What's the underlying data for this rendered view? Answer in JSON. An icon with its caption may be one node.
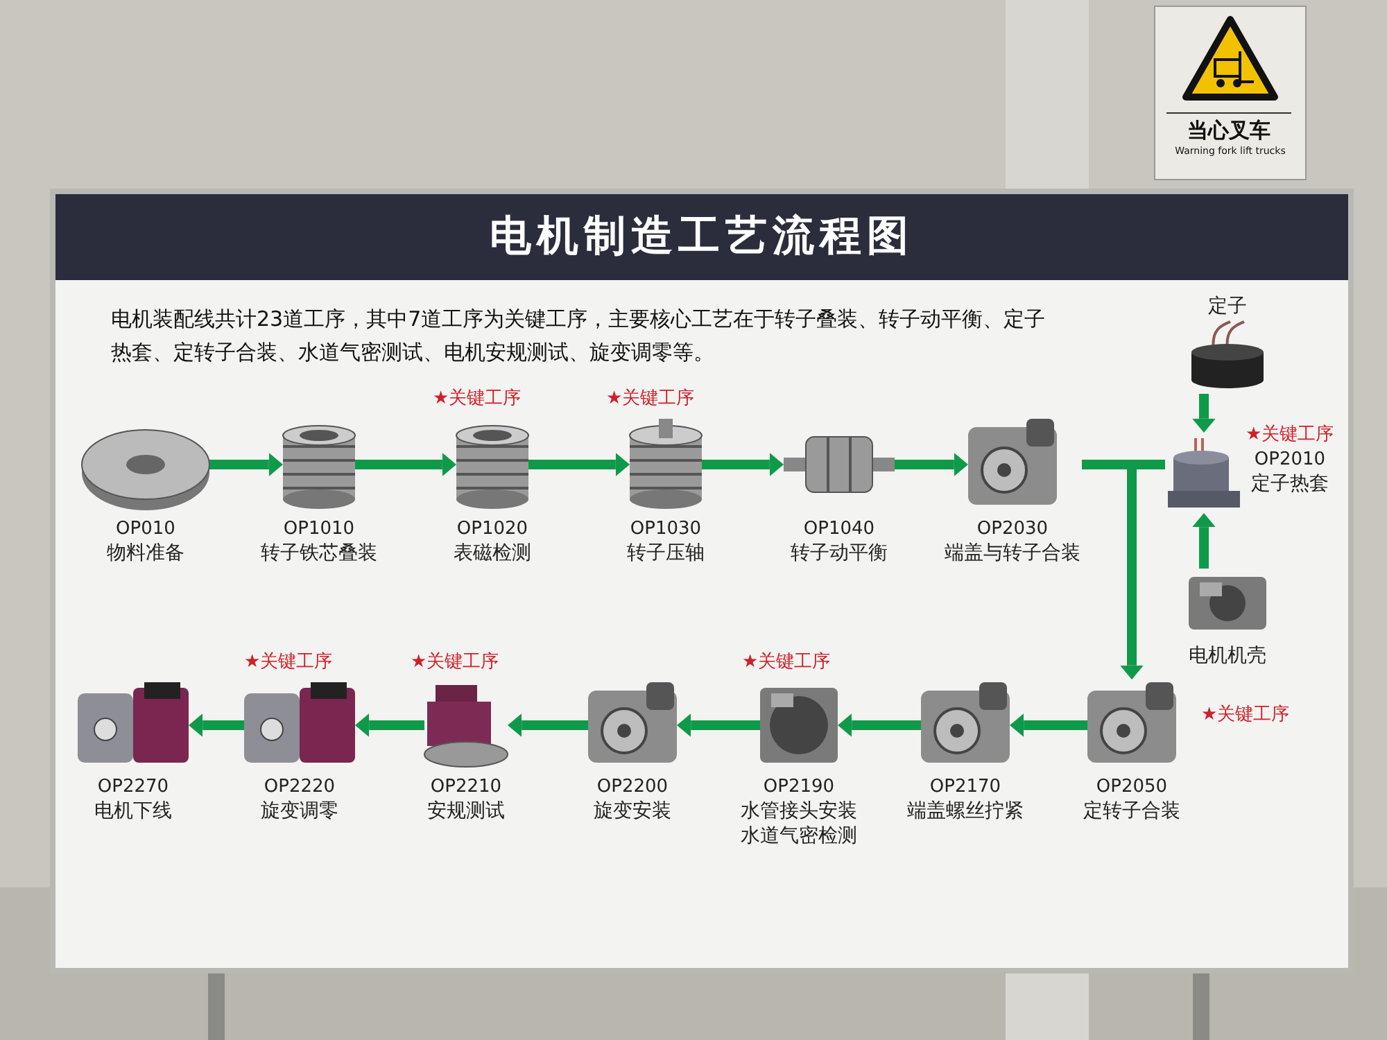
{
  "diagram": {
    "title": "电机制造工艺流程图",
    "nodes": [
      {
        "text": [
          "OP010",
          "物料准备"
        ]
      },
      {
        "text": [
          "OP1010",
          "转子铁芯叠装"
        ]
      },
      {
        "text": [
          "OP1020",
          "表磁检测"
        ],
        "beside": [
          "★关键工序"
        ]
      },
      {
        "text": [
          "OP1030",
          "转子压轴"
        ],
        "beside": [
          "★关键工序"
        ]
      },
      {
        "text": [
          "OP1040",
          "转子动平衡"
        ]
      },
      {
        "text": [
          "OP2030",
          "端盖与转子合装"
        ]
      },
      {
        "text": [
          "定子"
        ]
      },
      {
        "text": [
          "OP2010",
          "定子热套"
        ],
        "beside": [
          "★关键工序"
        ]
      },
      {
        "text": [
          "电机机壳"
        ]
      },
      {
        "text": [
          "OP2050",
          "定转子合装"
        ],
        "beside": [
          "★关键工序"
        ]
      },
      {
        "text": [
          "OP2170",
          "端盖螺丝拧紧"
        ]
      },
      {
        "text": [
          "OP2190",
          "水管接头安装",
          "水道气密检测"
        ],
        "beside": [
          "★关键工序"
        ]
      },
      {
        "text": [
          "OP2200",
          "旋变安装"
        ]
      },
      {
        "text": [
          "OP2210",
          "安规测试"
        ],
        "beside": [
          "★关键工序"
        ]
      },
      {
        "text": [
          "OP2220",
          "旋变调零"
        ],
        "beside": [
          "★关键工序"
        ]
      },
      {
        "text": [
          "OP2270",
          "电机下线"
        ]
      }
    ],
    "edges": [
      {
        "from": 0,
        "to": 1,
        "arrow": "to"
      },
      {
        "from": 1,
        "to": 2,
        "arrow": "to"
      },
      {
        "from": 2,
        "to": 3,
        "arrow": "to"
      },
      {
        "from": 3,
        "to": 4,
        "arrow": "to"
      },
      {
        "from": 4,
        "to": 5,
        "arrow": "to"
      },
      {
        "from": 5,
        "to": 9,
        "arrow": "to"
      },
      {
        "from": 7,
        "to": 9,
        "arrow": "to"
      },
      {
        "from": 6,
        "to": 7,
        "arrow": "to"
      },
      {
        "from": 8,
        "to": 7,
        "arrow": "to"
      },
      {
        "from": 9,
        "to": 10,
        "arrow": "to"
      },
      {
        "from": 10,
        "to": 11,
        "arrow": "to"
      },
      {
        "from": 11,
        "to": 12,
        "arrow": "to"
      },
      {
        "from": 12,
        "to": 13,
        "arrow": "to"
      },
      {
        "from": 13,
        "to": 14,
        "arrow": "to"
      },
      {
        "from": 14,
        "to": 15,
        "arrow": "to"
      }
    ],
    "labels": [
      "电机装配线共计23道工序，其中7道工序为关键工序，主要核心工艺在于转子叠装、转子动平衡、定子热套、定转子合装、水道气密测试、电机安规测试、旋变调零等。",
      "当心叉车",
      "Warning fork lift trucks"
    ]
  }
}
